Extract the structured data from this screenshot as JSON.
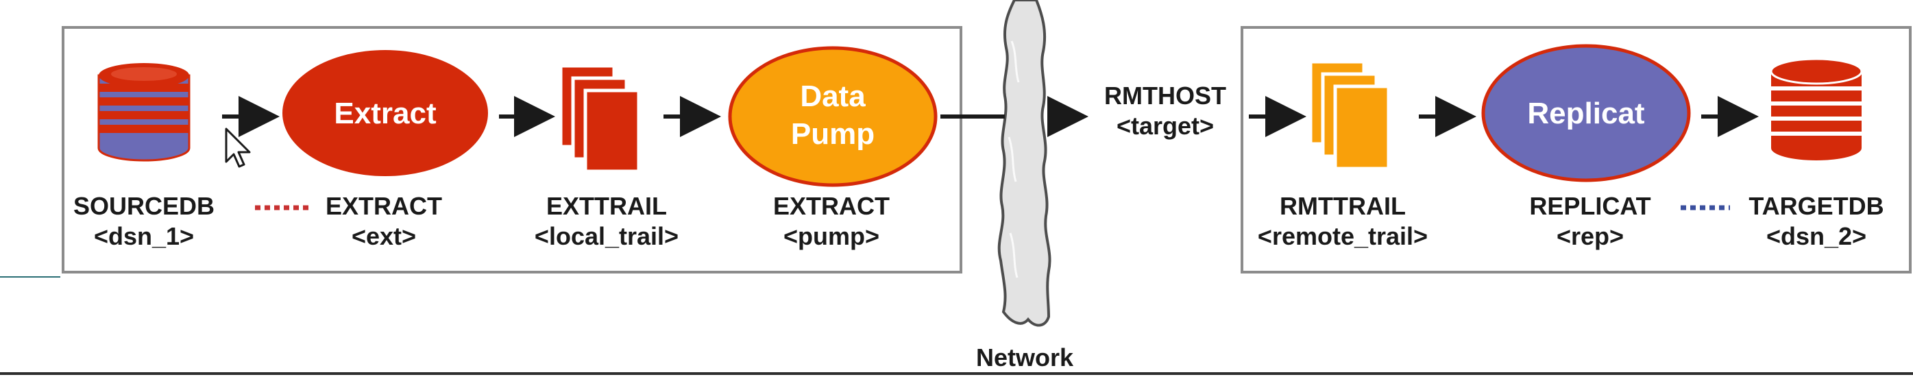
{
  "source_side": {
    "source_db": {
      "name": "SOURCEDB",
      "param": "<dsn_1>"
    },
    "extract": {
      "node_label": "Extract",
      "name": "EXTRACT",
      "param": "<ext>"
    },
    "exttrail": {
      "name": "EXTTRAIL",
      "param": "<local_trail>"
    },
    "data_pump": {
      "node_label_line1": "Data",
      "node_label_line2": "Pump",
      "name": "EXTRACT",
      "param": "<pump>"
    }
  },
  "network": {
    "label": "Network",
    "rmthost": "RMTHOST",
    "rmthost_param": "<target>"
  },
  "target_side": {
    "rmttrail": {
      "name": "RMTTRAIL",
      "param": "<remote_trail>"
    },
    "replicat": {
      "node_label": "Replicat",
      "name": "REPLICAT",
      "param": "<rep>"
    },
    "target_db": {
      "name": "TARGETDB",
      "param": "<dsn_2>"
    }
  },
  "colors": {
    "red": "#d42a0a",
    "orange": "#f9a00a",
    "purple": "#6b6bb6",
    "dotted_red": "#c83232",
    "dotted_blue": "#3a4f9e",
    "box_border": "#8c8c8c",
    "cloud_fill": "#e3e3e3",
    "teal_rule": "#2a6e74"
  },
  "icons": {
    "source_db": "database-stack-icon",
    "target_db": "database-stack-icon",
    "trail": "file-stack-icon",
    "cursor": "mouse-pointer-icon"
  }
}
